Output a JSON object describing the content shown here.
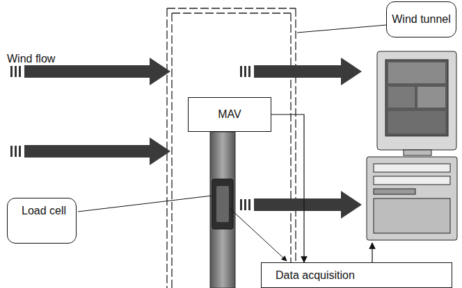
{
  "diagram": {
    "nodes": [
      {
        "text": [
          "Wind tunnel"
        ]
      },
      {
        "text": [
          "MAV"
        ]
      },
      {
        "text": [
          "Load cell"
        ]
      },
      {
        "text": [
          "Data acquisition"
        ]
      }
    ],
    "edges": [
      {
        "from": 1,
        "to": 3,
        "arrow": "to"
      }
    ],
    "labels": [
      "Wind flow"
    ]
  }
}
